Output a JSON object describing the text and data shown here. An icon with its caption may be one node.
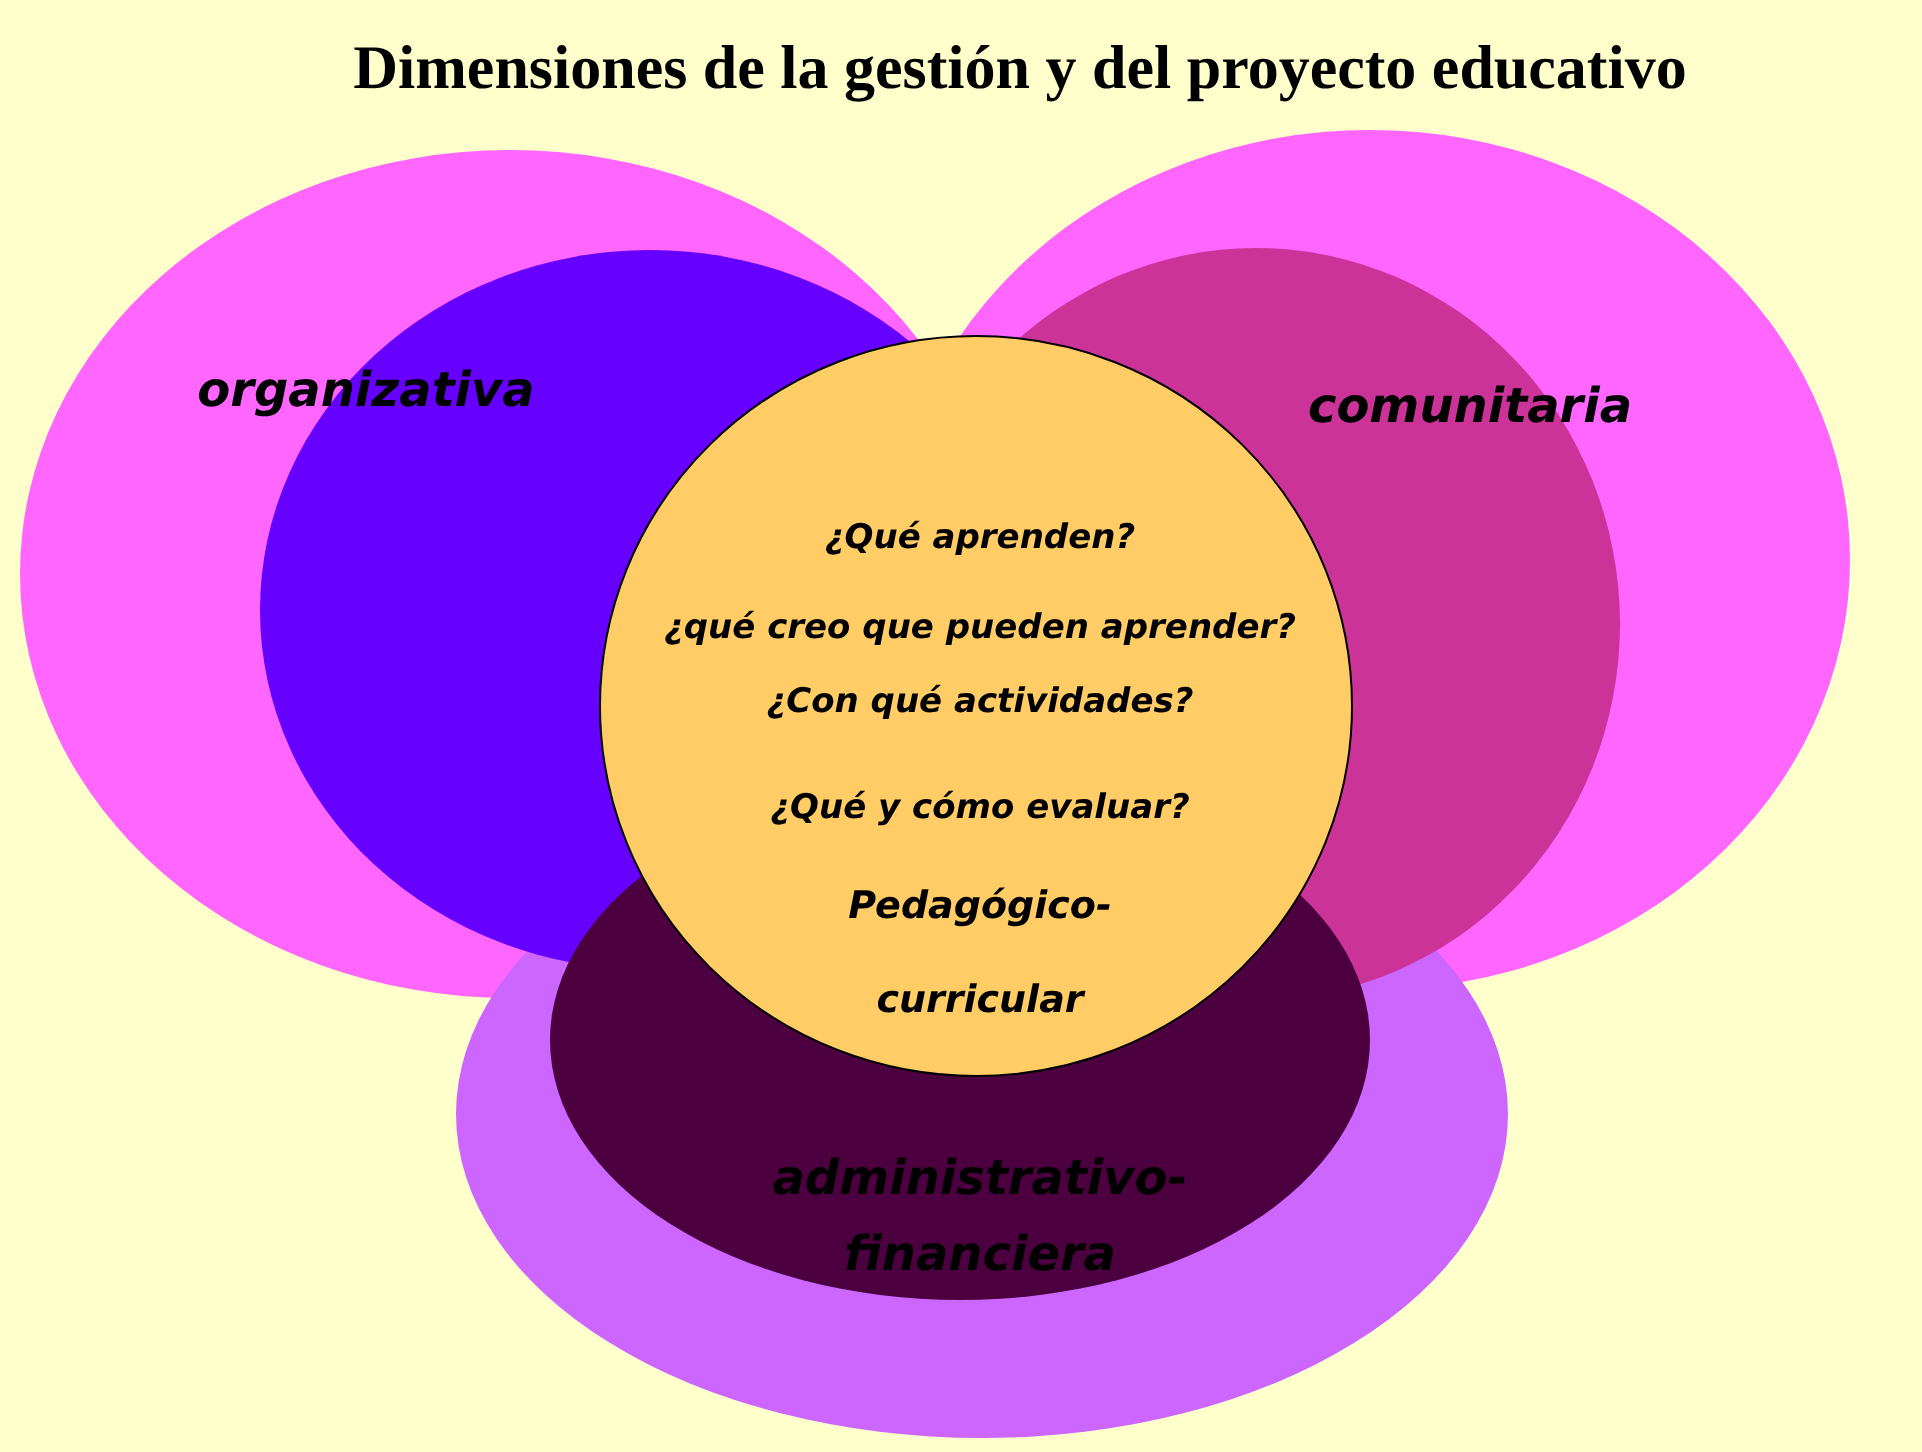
{
  "diagram": {
    "title": "Dimensiones de la gestión y del proyecto educativo",
    "nodes": [
      {
        "text": [
          "organizativa"
        ]
      },
      {
        "text": [
          "comunitaria"
        ]
      },
      {
        "text": [
          "¿Qué aprenden?",
          "¿qué creo que pueden aprender?",
          "¿Con qué actividades?",
          "¿Qué y cómo evaluar?",
          "Pedagógico- curricular"
        ]
      },
      {
        "text": [
          "administrativo- financiera"
        ]
      }
    ]
  }
}
